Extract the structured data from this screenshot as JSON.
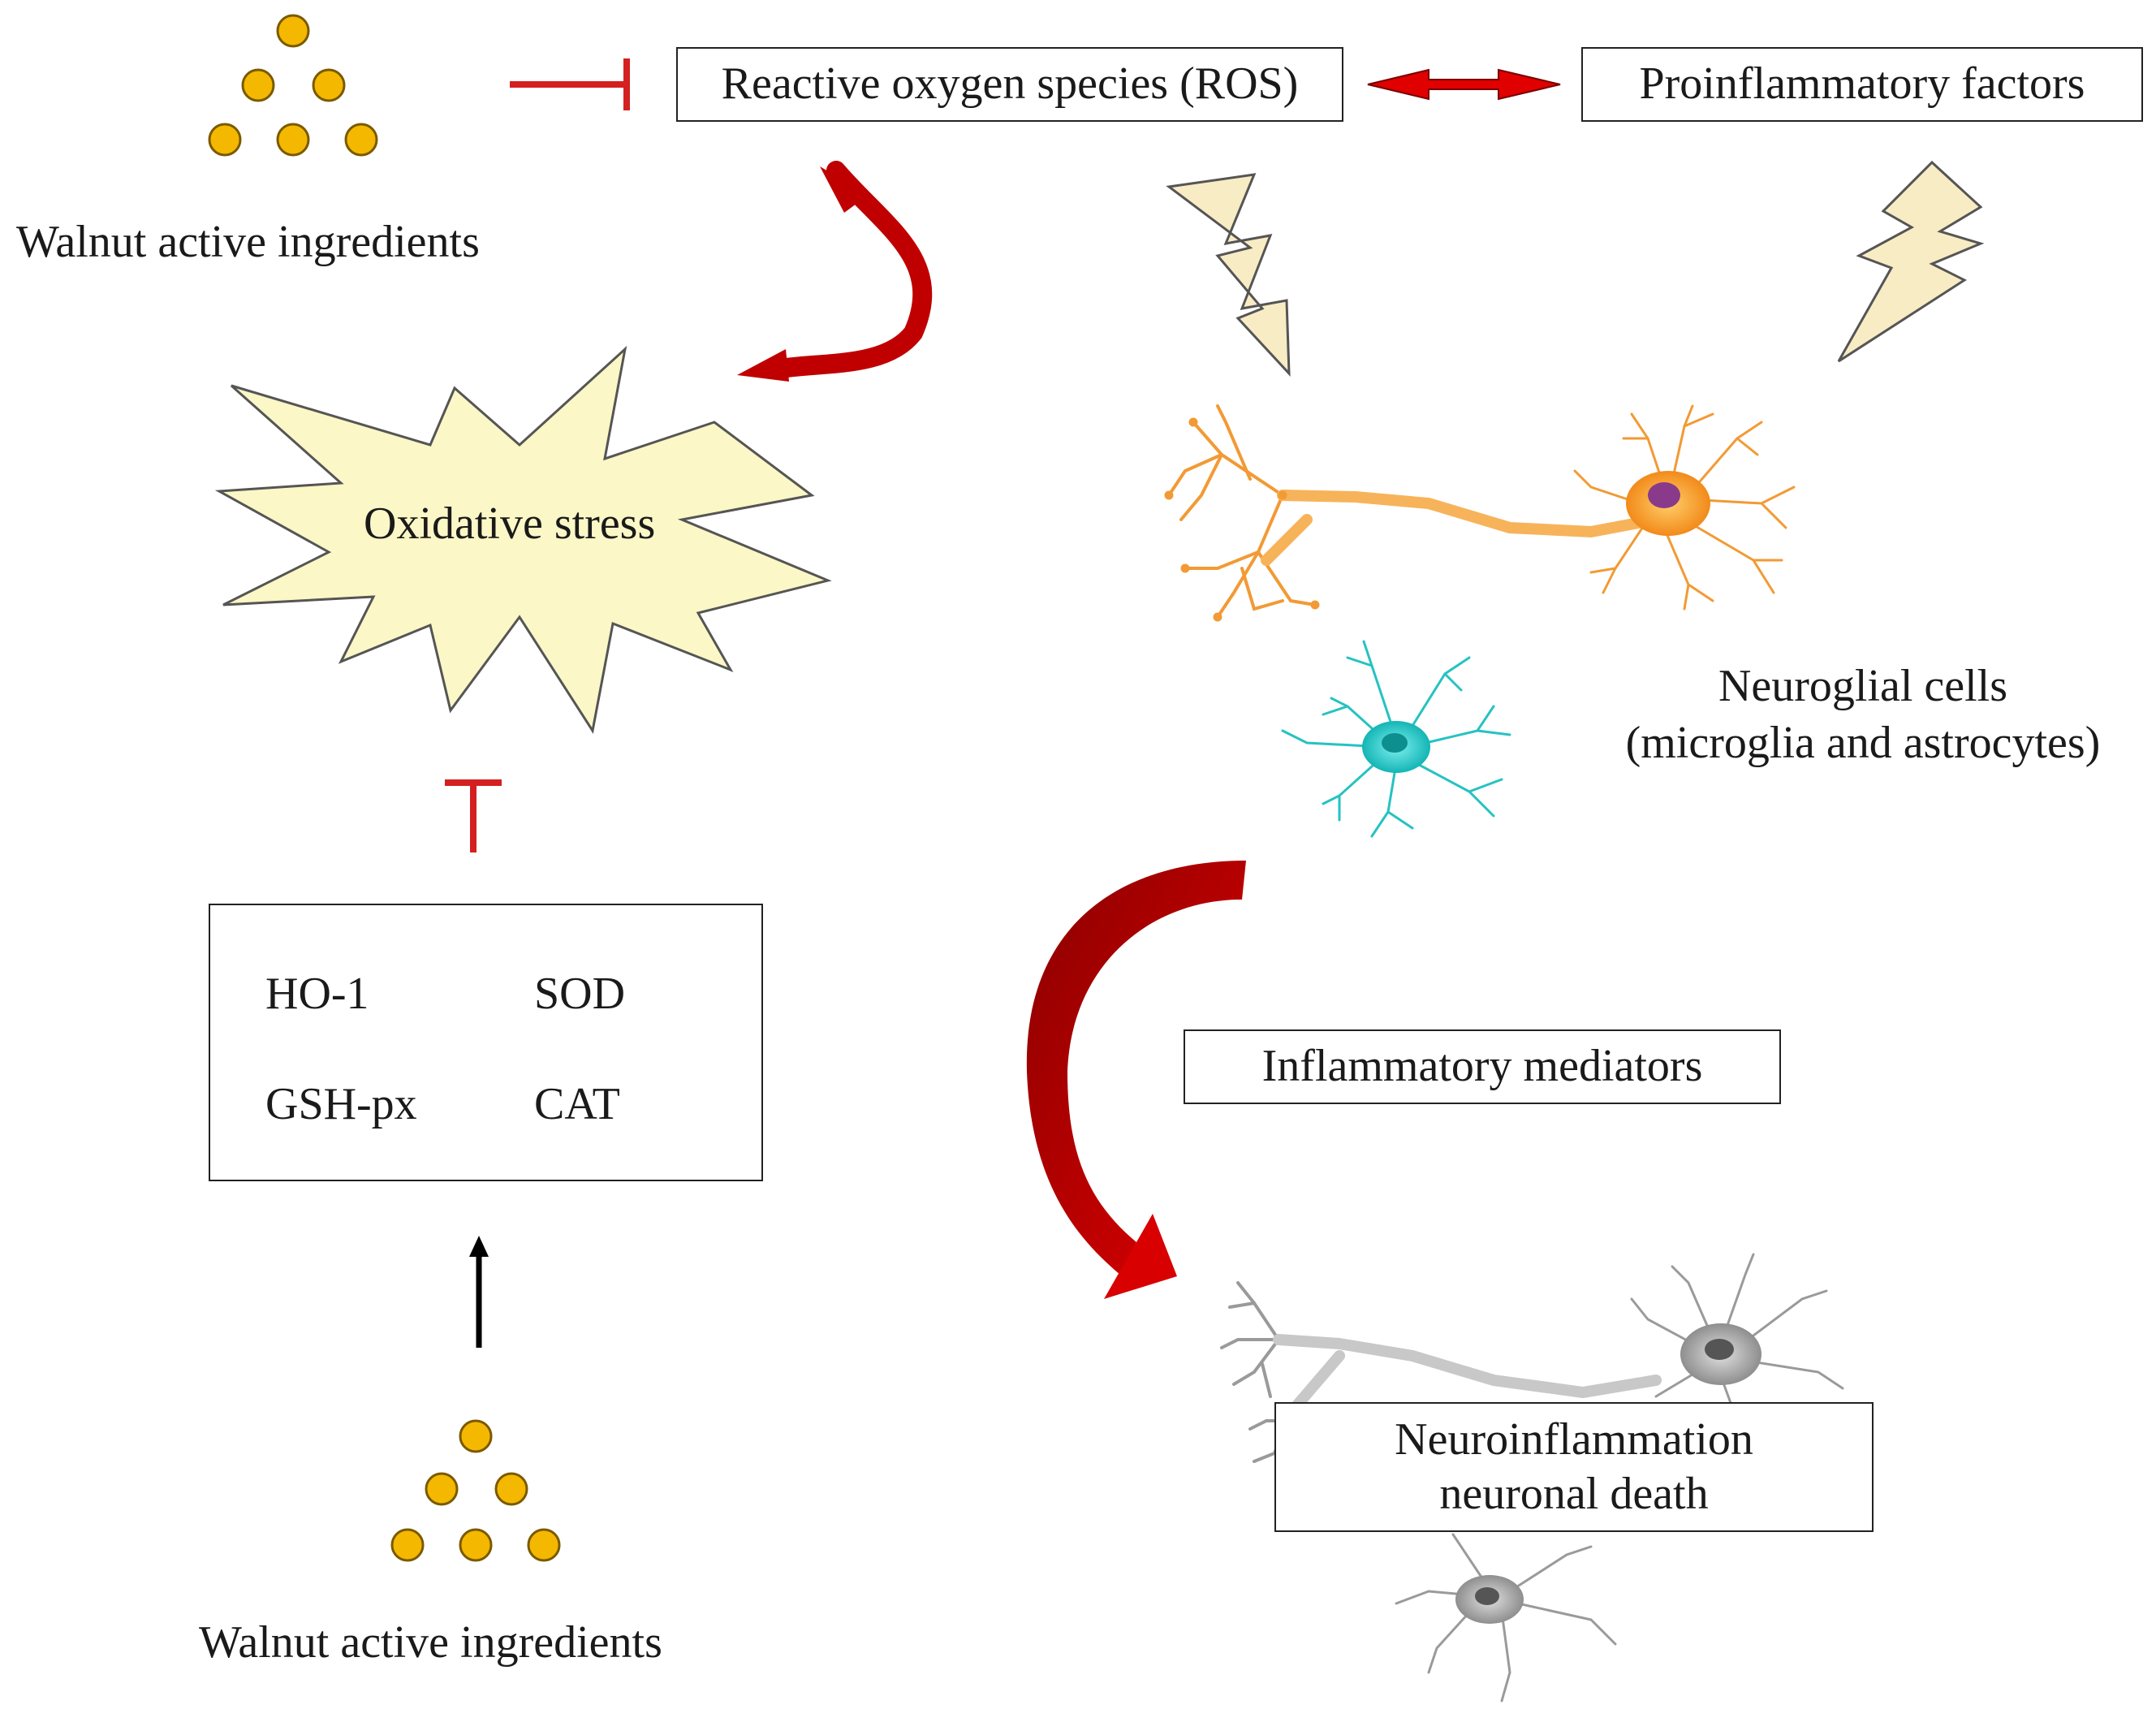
{
  "labels": {
    "walnut_top": "Walnut active ingredients",
    "walnut_bottom": "Walnut active ingredients",
    "ros": "Reactive oxygen species (ROS)",
    "proinflammatory": "Proinflammatory factors",
    "oxidative_stress": "Oxidative stress",
    "neuroglial_line1": "Neuroglial cells",
    "neuroglial_line2": "(microglia and astrocytes)",
    "inflammatory_mediators": "Inflammatory mediators",
    "neuroinflammation_line1": "Neuroinflammation",
    "neuroinflammation_line2": "neuronal death"
  },
  "enzymes": [
    "HO-1",
    "SOD",
    "GSH-px",
    "CAT"
  ],
  "colors": {
    "inhibit_red": "#d42020",
    "arrow_dark_red": "#b30000",
    "dot_fill": "#f5b800",
    "dot_stroke": "#7a5a00",
    "up_arrow_fill": "#f5b800",
    "starburst_fill": "#fbf7c6",
    "bolt_fill": "#f8ecc4",
    "neuron_orange": "#f29a35",
    "glia_teal": "#26c2c2",
    "dead_neuron_gray": "#9a9a9a"
  },
  "icons": [
    "walnut-dots-icon",
    "inhibition-bar-icon",
    "double-arrow-icon",
    "curved-arrow-icon",
    "lightning-icon",
    "neuron-icon",
    "glial-cell-icon",
    "up-arrow-icon",
    "starburst-icon",
    "dead-neuron-icon"
  ]
}
